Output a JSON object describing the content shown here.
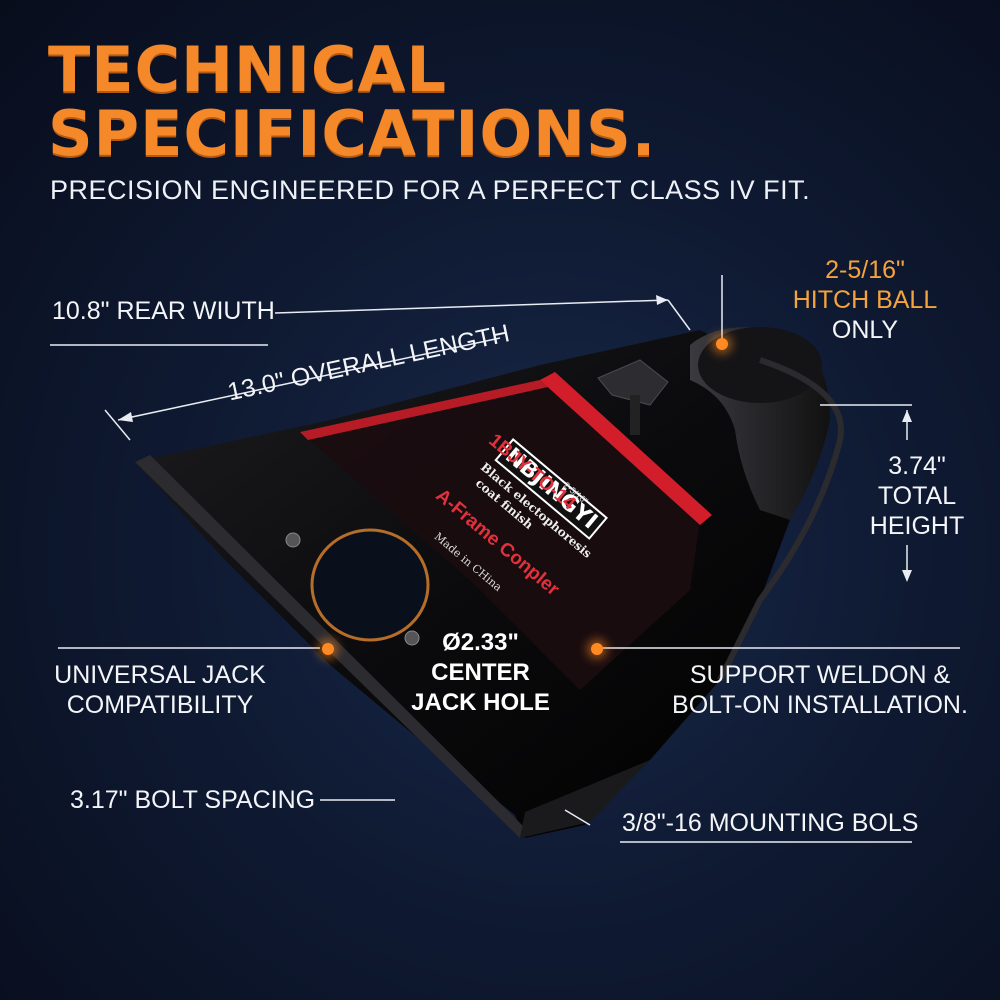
{
  "header": {
    "title_line1": "TECHNICAL",
    "title_line2": "SPECIFICATIONS.",
    "subtitle": "PRECISION ENGINEERED FOR A PERFECT CLASS IV FIT."
  },
  "specs": {
    "rear_width": "10.8\" REAR WIUTH",
    "overall_length": "13.0\" OVERALL LENGTH",
    "hitch_ball_size": "2-5/16\"",
    "hitch_ball_line2": "HITCH BALL",
    "hitch_ball_line3": "ONLY",
    "total_height_value": "3.74\"",
    "total_height_line2": "TOTAL",
    "total_height_line3": "HEIGHT",
    "jack_compat_line1": "UNIVERSAL JACK",
    "jack_compat_line2": "COMPATIBILITY",
    "jack_hole_size": "Ø2.33\"",
    "jack_hole_line2": "CENTER",
    "jack_hole_line3": "JACK HOLE",
    "install_line1": "SUPPORT WELDON &",
    "install_line2": "BOLT-ON INSTALLATION.",
    "bolt_spacing": "3.17\" BOLT SPACING",
    "mounting_bolts": "3/8\"-16 MOUNTING BOLS"
  },
  "product_label": {
    "brand": "NBJINGYI",
    "model": "1BJY-TO-14",
    "model_note": "2-5/16\"",
    "finish_line1": "Black electophoresis",
    "finish_line2": "coat finish",
    "product_name": "A-Frame Conpler",
    "origin": "Made in CHina"
  },
  "colors": {
    "accent_orange": "#f5892a",
    "label_red": "#d21e2a",
    "background": "#0f1a33"
  }
}
